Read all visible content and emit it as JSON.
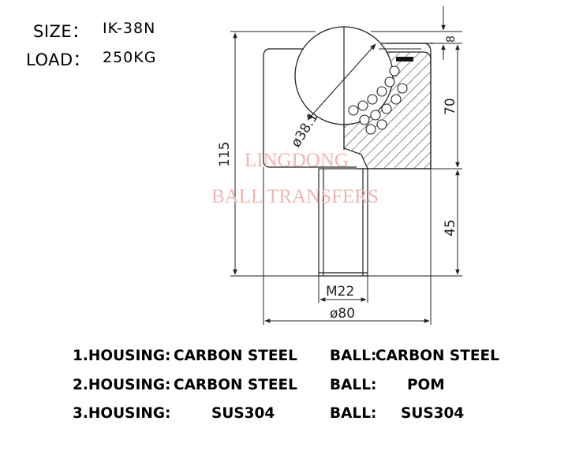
{
  "specs": {
    "size_label": "SIZE：",
    "size_value": "IK-38N",
    "load_label": "LOAD：",
    "load_value": "250KG"
  },
  "drawing": {
    "watermark_line1": "LINGDONG",
    "watermark_line2": "BALL TRANSFERS",
    "dim_diameter_ball": "ø38.1",
    "dim_height_total": "115",
    "dim_top_gap": "8",
    "dim_upper_height": "70",
    "dim_lower_height": "45",
    "dim_thread": "M22",
    "dim_width": "ø80"
  },
  "materials": [
    {
      "num": "1.HOUSING:",
      "housing": "CARBON STEEL",
      "ball_label": "BALL:",
      "ball": "CARBON STEEL"
    },
    {
      "num": "2.HOUSING:",
      "housing": "CARBON STEEL",
      "ball_label": "BALL:",
      "ball": "POM"
    },
    {
      "num": "3.HOUSING:",
      "housing": "SUS304",
      "ball_label": "BALL:",
      "ball": "SUS304"
    }
  ]
}
